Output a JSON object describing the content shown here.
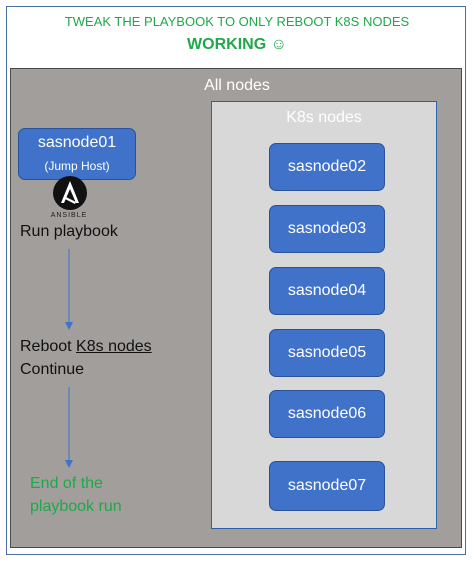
{
  "header": {
    "title": "TWEAK THE PLAYBOOK TO ONLY REBOOT K8S NODES",
    "status": "WORKING ☺"
  },
  "all_nodes_label": "All nodes",
  "k8s_nodes_label": "K8s nodes",
  "jump_host": {
    "name": "sasnode01",
    "role": "(Jump Host)",
    "logo": "ansible-icon",
    "logo_text": "ANSIBLE"
  },
  "steps": {
    "run": "Run playbook",
    "reboot_prefix": "Reboot",
    "reboot_target": "K8s nodes",
    "continue": "Continue",
    "end_line1": "End of the",
    "end_line2": "playbook run"
  },
  "k8s_nodes": [
    "sasnode02",
    "sasnode03",
    "sasnode04",
    "sasnode05",
    "sasnode06",
    "sasnode07"
  ],
  "colors": {
    "title_green": "#1fa84a",
    "node_blue": "#3f72c8",
    "all_nodes_gray": "#a29e9c",
    "k8s_box_gray": "#d8d8d8"
  }
}
